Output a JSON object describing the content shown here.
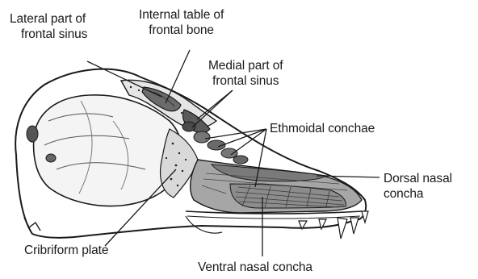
{
  "labels": {
    "lateral_frontal_sinus": [
      "Lateral part of",
      "frontal sinus"
    ],
    "internal_table": [
      "Internal table of",
      "frontal bone"
    ],
    "medial_frontal_sinus": [
      "Medial part of",
      "frontal sinus"
    ],
    "ethmoidal_conchae": "Ethmoidal conchae",
    "dorsal_nasal_concha": [
      "Dorsal nasal",
      "concha"
    ],
    "cribriform_plate": "Cribriform plate",
    "ventral_nasal_concha": "Ventral nasal concha"
  },
  "colors": {
    "ink": "#1a1a1a",
    "bone": "#ffffff",
    "sinus": "#6b6b6b",
    "sinus_dark": "#4a4a4a",
    "conchae": "#8c8c8c",
    "spongy": "#d9d9d9"
  }
}
